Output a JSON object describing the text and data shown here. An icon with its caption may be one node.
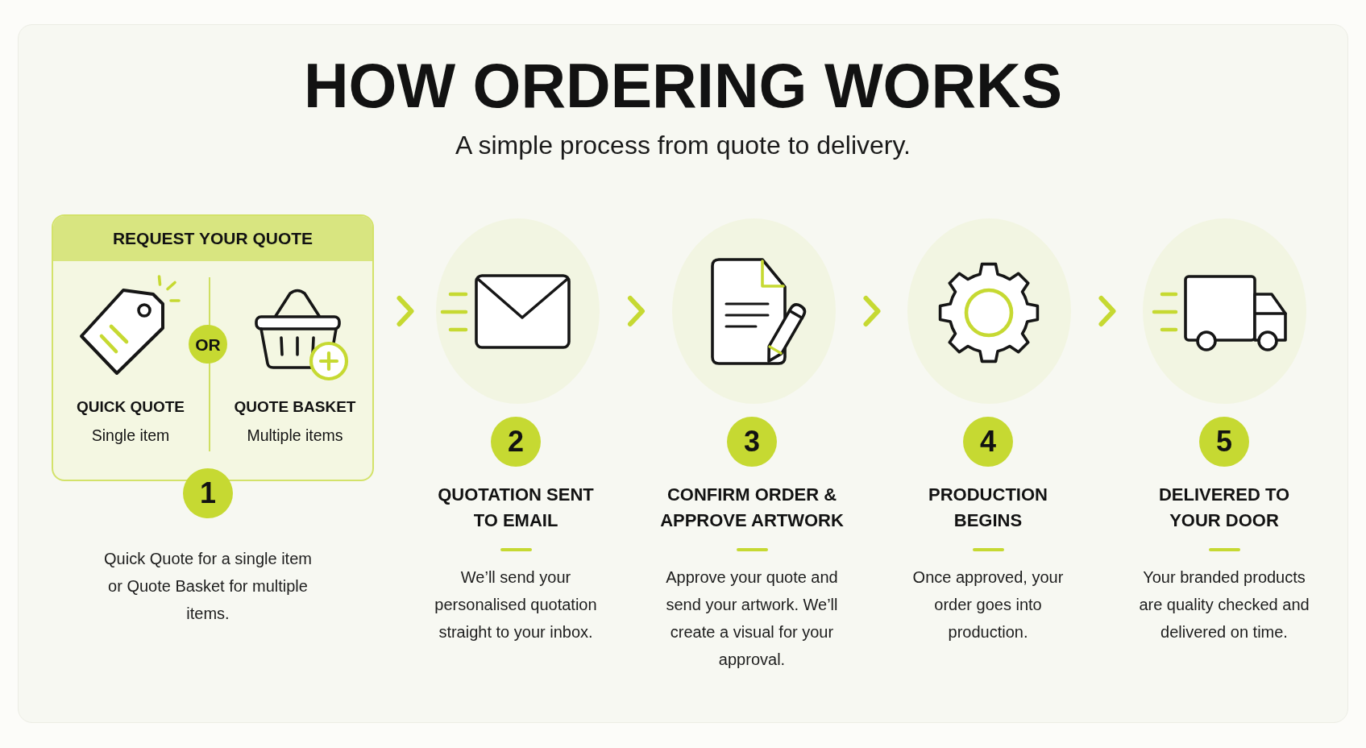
{
  "diagram": {
    "title": "HOW ORDERING WORKS",
    "nodes": [
      {
        "text": [
          "REQUEST YOUR QUOTE"
        ]
      },
      {
        "text": [
          "QUICK QUOTE",
          "Single item"
        ],
        "in": 0
      },
      {
        "text": [
          "OR"
        ],
        "in": 0
      },
      {
        "text": [
          "QUOTE BASKET",
          "Multiple items"
        ],
        "in": 0
      },
      {
        "text": [
          "1"
        ],
        "beside": [
          "Quick Quote for a single item or Quote Basket for multiple items."
        ]
      },
      {
        "text": [],
        "shape": "circle"
      },
      {
        "text": [
          "2"
        ],
        "beside": [
          "QUOTATION SENT TO EMAIL",
          "We’ll send your personalised quotation straight to your inbox."
        ]
      },
      {
        "text": [],
        "shape": "circle"
      },
      {
        "text": [
          "3"
        ],
        "beside": [
          "CONFIRM ORDER & APPROVE ARTWORK",
          "Approve your quote and send your artwork. We’ll create a visual for your approval."
        ]
      },
      {
        "text": [],
        "shape": "circle"
      },
      {
        "text": [
          "4"
        ],
        "beside": [
          "PRODUCTION BEGINS",
          "Once approved, your order goes into production."
        ]
      },
      {
        "text": [],
        "shape": "circle"
      },
      {
        "text": [
          "5"
        ],
        "beside": [
          "DELIVERED TO YOUR DOOR",
          "Your branded products are quality checked and delivered on time."
        ]
      }
    ],
    "edges": [
      {
        "from": 0,
        "to": 5,
        "arrow": "to"
      },
      {
        "from": 5,
        "to": 7,
        "arrow": "to"
      },
      {
        "from": 7,
        "to": 9,
        "arrow": "to"
      },
      {
        "from": 9,
        "to": 11,
        "arrow": "to"
      }
    ],
    "labels": [
      "A simple process from quote to delivery."
    ]
  }
}
